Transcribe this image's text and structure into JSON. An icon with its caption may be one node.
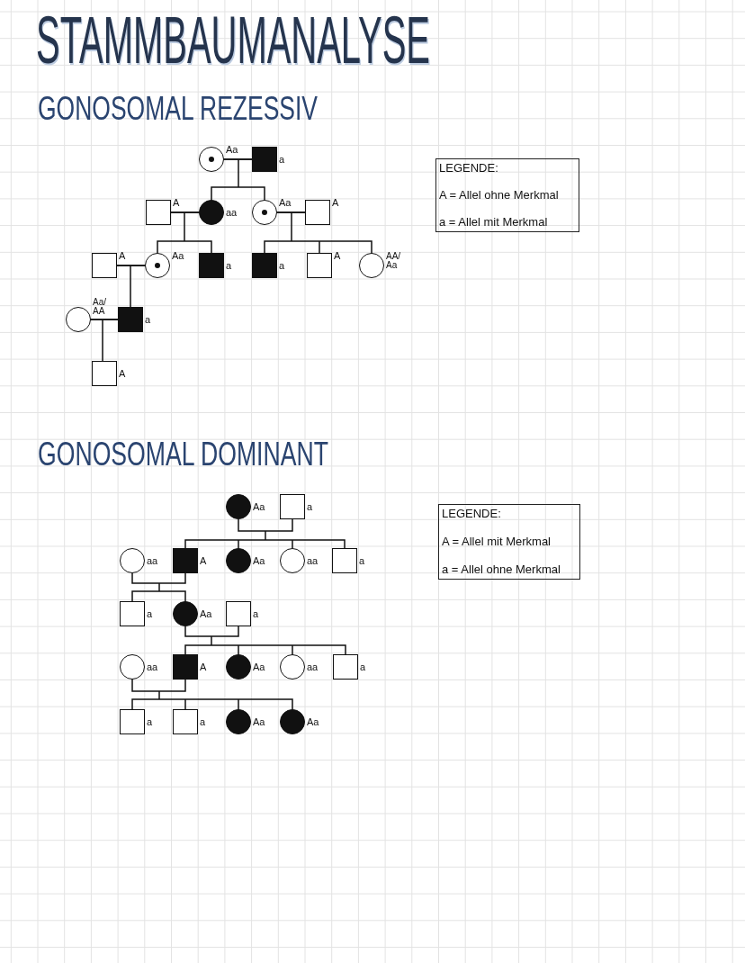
{
  "diagram": {
    "title": "STAMMBAUMANALYSE",
    "nodes": [
      {
        "text": [],
        "shape": "circle",
        "beside": [
          "Aa"
        ]
      },
      {
        "text": [],
        "shape": "box",
        "beside": [
          "a"
        ]
      },
      {
        "text": [],
        "shape": "box",
        "beside": [
          "A"
        ]
      },
      {
        "text": [],
        "shape": "circle",
        "beside": [
          "aa"
        ]
      },
      {
        "text": [],
        "shape": "circle",
        "beside": [
          "Aa"
        ]
      },
      {
        "text": [],
        "shape": "box",
        "beside": [
          "A"
        ]
      },
      {
        "text": [],
        "shape": "box",
        "beside": [
          "A"
        ]
      },
      {
        "text": [],
        "shape": "circle",
        "beside": [
          "Aa"
        ]
      },
      {
        "text": [],
        "shape": "box",
        "beside": [
          "a"
        ]
      },
      {
        "text": [],
        "shape": "box",
        "beside": [
          "a"
        ]
      },
      {
        "text": [],
        "shape": "box",
        "beside": [
          "A"
        ]
      },
      {
        "text": [],
        "shape": "circle",
        "beside": [
          "AA/ Aa"
        ]
      },
      {
        "text": [],
        "shape": "circle",
        "beside": [
          "Aa/ AA"
        ]
      },
      {
        "text": [],
        "shape": "box",
        "beside": [
          "a"
        ]
      },
      {
        "text": [],
        "shape": "box",
        "beside": [
          "A"
        ]
      },
      {
        "text": [
          "LEGENDE:",
          "A = Allel ohne Merkmal",
          "a = Allel mit Merkmal"
        ]
      },
      {
        "text": [],
        "shape": "circle",
        "beside": [
          "Aa"
        ]
      },
      {
        "text": [],
        "shape": "box",
        "beside": [
          "a"
        ]
      },
      {
        "text": [],
        "shape": "circle",
        "beside": [
          "aa"
        ]
      },
      {
        "text": [],
        "shape": "box",
        "beside": [
          "A"
        ]
      },
      {
        "text": [],
        "shape": "circle",
        "beside": [
          "Aa"
        ]
      },
      {
        "text": [],
        "shape": "circle",
        "beside": [
          "aa"
        ]
      },
      {
        "text": [],
        "shape": "box",
        "beside": [
          "a"
        ]
      },
      {
        "text": [],
        "shape": "box",
        "beside": [
          "a"
        ]
      },
      {
        "text": [],
        "shape": "circle",
        "beside": [
          "Aa"
        ]
      },
      {
        "text": [],
        "shape": "box",
        "beside": [
          "a"
        ]
      },
      {
        "text": [],
        "shape": "circle",
        "beside": [
          "aa"
        ]
      },
      {
        "text": [],
        "shape": "box",
        "beside": [
          "A"
        ]
      },
      {
        "text": [],
        "shape": "circle",
        "beside": [
          "Aa"
        ]
      },
      {
        "text": [],
        "shape": "circle",
        "beside": [
          "aa"
        ]
      },
      {
        "text": [],
        "shape": "box",
        "beside": [
          "a"
        ]
      },
      {
        "text": [],
        "shape": "box",
        "beside": [
          "a"
        ]
      },
      {
        "text": [],
        "shape": "box",
        "beside": [
          "a"
        ]
      },
      {
        "text": [],
        "shape": "circle",
        "beside": [
          "Aa"
        ]
      },
      {
        "text": [],
        "shape": "circle",
        "beside": [
          "Aa"
        ]
      },
      {
        "text": [
          "LEGENDE:",
          "A = Allel mit Merkmal",
          "a = Allel ohne Merkmal"
        ]
      }
    ],
    "edges": [
      {
        "from": 0,
        "to": 1,
        "arrow": "none"
      },
      {
        "from": 0,
        "to": 3,
        "arrow": "none"
      },
      {
        "from": 1,
        "to": 3,
        "arrow": "none"
      },
      {
        "from": 0,
        "to": 4,
        "arrow": "none"
      },
      {
        "from": 1,
        "to": 4,
        "arrow": "none"
      },
      {
        "from": 2,
        "to": 3,
        "arrow": "none"
      },
      {
        "from": 2,
        "to": 7,
        "arrow": "none"
      },
      {
        "from": 3,
        "to": 7,
        "arrow": "none"
      },
      {
        "from": 2,
        "to": 8,
        "arrow": "none"
      },
      {
        "from": 3,
        "to": 8,
        "arrow": "none"
      },
      {
        "from": 4,
        "to": 5,
        "arrow": "none"
      },
      {
        "from": 4,
        "to": 9,
        "arrow": "none"
      },
      {
        "from": 5,
        "to": 9,
        "arrow": "none"
      },
      {
        "from": 4,
        "to": 10,
        "arrow": "none"
      },
      {
        "from": 5,
        "to": 10,
        "arrow": "none"
      },
      {
        "from": 4,
        "to": 11,
        "arrow": "none"
      },
      {
        "from": 5,
        "to": 11,
        "arrow": "none"
      },
      {
        "from": 6,
        "to": 7,
        "arrow": "none"
      },
      {
        "from": 6,
        "to": 13,
        "arrow": "none"
      },
      {
        "from": 7,
        "to": 13,
        "arrow": "none"
      },
      {
        "from": 12,
        "to": 13,
        "arrow": "none"
      },
      {
        "from": 12,
        "to": 14,
        "arrow": "none"
      },
      {
        "from": 13,
        "to": 14,
        "arrow": "none"
      },
      {
        "from": 16,
        "to": 19,
        "arrow": "none"
      },
      {
        "from": 17,
        "to": 19,
        "arrow": "none"
      },
      {
        "from": 16,
        "to": 20,
        "arrow": "none"
      },
      {
        "from": 17,
        "to": 20,
        "arrow": "none"
      },
      {
        "from": 16,
        "to": 21,
        "arrow": "none"
      },
      {
        "from": 17,
        "to": 21,
        "arrow": "none"
      },
      {
        "from": 16,
        "to": 22,
        "arrow": "none"
      },
      {
        "from": 17,
        "to": 22,
        "arrow": "none"
      },
      {
        "from": 18,
        "to": 23,
        "arrow": "none"
      },
      {
        "from": 19,
        "to": 23,
        "arrow": "none"
      },
      {
        "from": 18,
        "to": 24,
        "arrow": "none"
      },
      {
        "from": 19,
        "to": 24,
        "arrow": "none"
      },
      {
        "from": 24,
        "to": 27,
        "arrow": "none"
      },
      {
        "from": 25,
        "to": 27,
        "arrow": "none"
      },
      {
        "from": 24,
        "to": 28,
        "arrow": "none"
      },
      {
        "from": 25,
        "to": 28,
        "arrow": "none"
      },
      {
        "from": 24,
        "to": 29,
        "arrow": "none"
      },
      {
        "from": 25,
        "to": 29,
        "arrow": "none"
      },
      {
        "from": 24,
        "to": 30,
        "arrow": "none"
      },
      {
        "from": 25,
        "to": 30,
        "arrow": "none"
      },
      {
        "from": 26,
        "to": 31,
        "arrow": "none"
      },
      {
        "from": 27,
        "to": 31,
        "arrow": "none"
      },
      {
        "from": 26,
        "to": 32,
        "arrow": "none"
      },
      {
        "from": 27,
        "to": 32,
        "arrow": "none"
      },
      {
        "from": 26,
        "to": 33,
        "arrow": "none"
      },
      {
        "from": 27,
        "to": 33,
        "arrow": "none"
      },
      {
        "from": 26,
        "to": 34,
        "arrow": "none"
      },
      {
        "from": 27,
        "to": 34,
        "arrow": "none"
      }
    ],
    "labels": [
      "GONOSOMAL REZESSIV",
      "GONOSOMAL DOMINANT"
    ]
  }
}
